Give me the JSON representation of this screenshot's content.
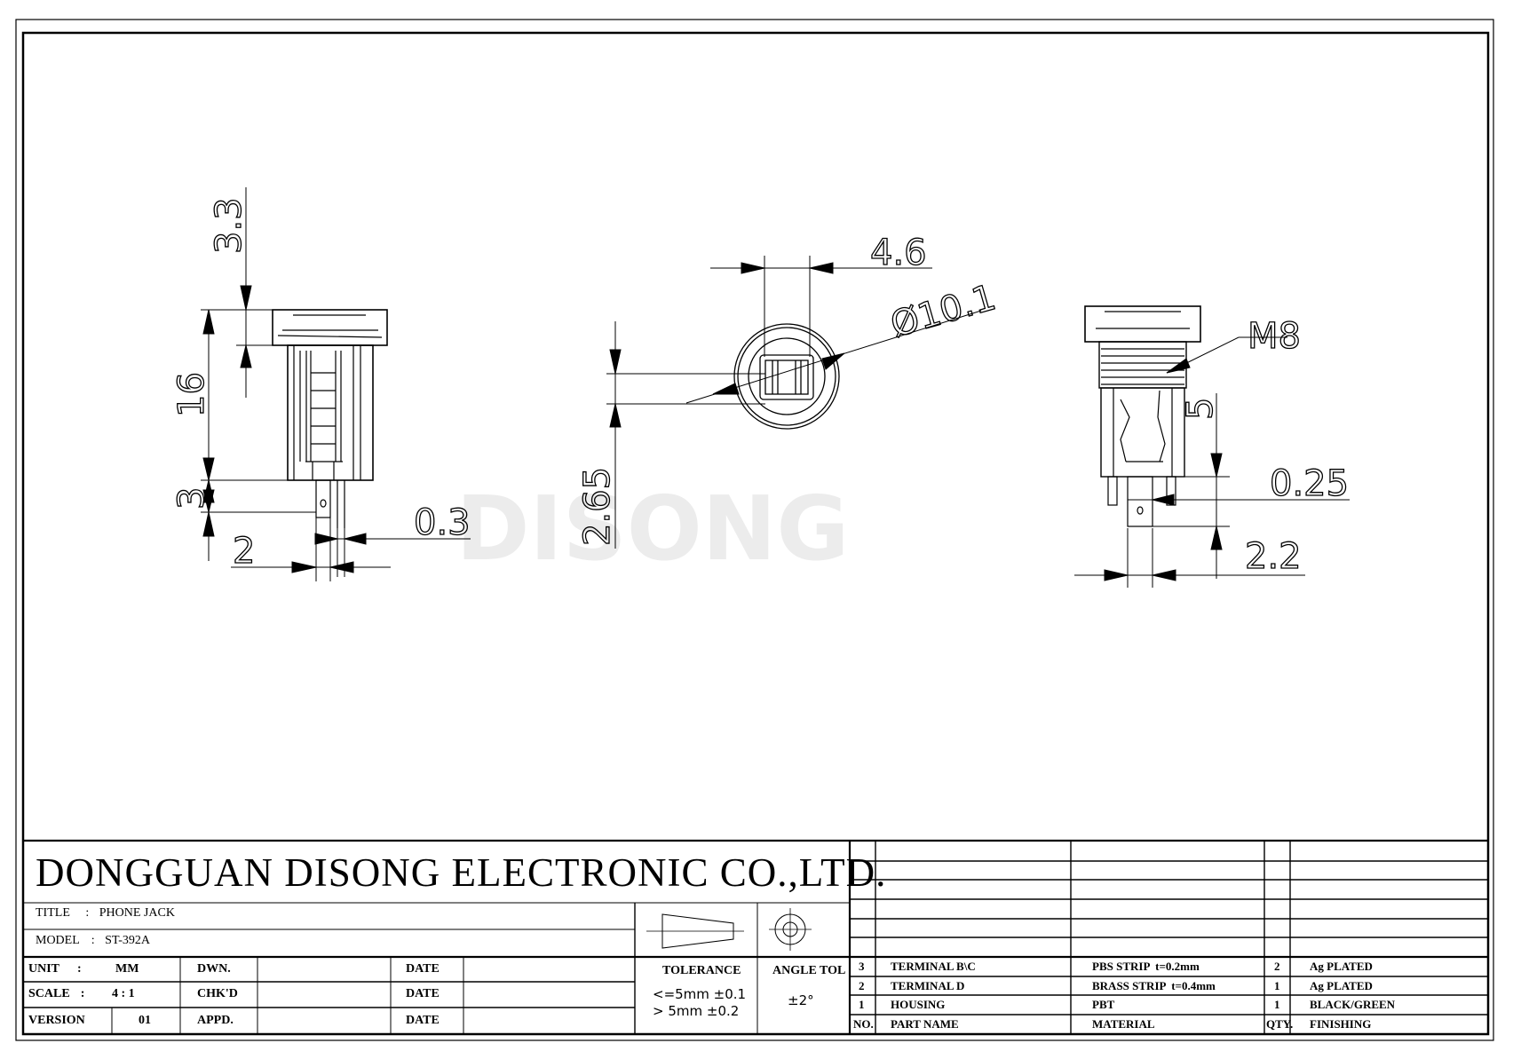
{
  "watermark": "DISONG",
  "dimensions": {
    "side_top": "3.3",
    "side_body": "16",
    "side_pin": "3",
    "side_pin_width": "2",
    "side_pin_thk": "0.3",
    "front_width": "4.6",
    "front_dia": "Ø10.1",
    "front_offset": "2.65",
    "rear_thread": "M8",
    "rear_height": "5",
    "rear_thk": "0.25",
    "rear_pitch": "2.2"
  },
  "title_block": {
    "company": "DONGGUAN DISONG ELECTRONIC CO.,LTD.",
    "title_label": "TITLE",
    "title_value": "PHONE JACK",
    "model_label": "MODEL",
    "model_value": "ST-392A",
    "unit_label": "UNIT",
    "unit_value": "MM",
    "scale_label": "SCALE",
    "scale_value": "4 : 1",
    "version_label": "VERSION",
    "version_value": "01",
    "dwn_label": "DWN.",
    "chkd_label": "CHK'D",
    "appd_label": "APPD.",
    "date_label": "DATE",
    "tolerance_label": "TOLERANCE",
    "tolerance_line1": "<=5mm ±0.1",
    "tolerance_line2": "> 5mm ±0.2",
    "angle_label": "ANGLE TOL",
    "angle_value": "±2°"
  },
  "bom": {
    "headers": {
      "no": "NO.",
      "part": "PART NAME",
      "material": "MATERIAL",
      "qty": "QTY.",
      "finishing": "FINISHING"
    },
    "rows": [
      {
        "no": "3",
        "part": "TERMINAL B\\C",
        "material": "PBS STRIP  t=0.2mm",
        "qty": "2",
        "finishing": "Ag PLATED"
      },
      {
        "no": "2",
        "part": "TERMINAL D",
        "material": "BRASS STRIP  t=0.4mm",
        "qty": "1",
        "finishing": "Ag PLATED"
      },
      {
        "no": "1",
        "part": "HOUSING",
        "material": "PBT",
        "qty": "1",
        "finishing": "BLACK/GREEN"
      }
    ]
  }
}
